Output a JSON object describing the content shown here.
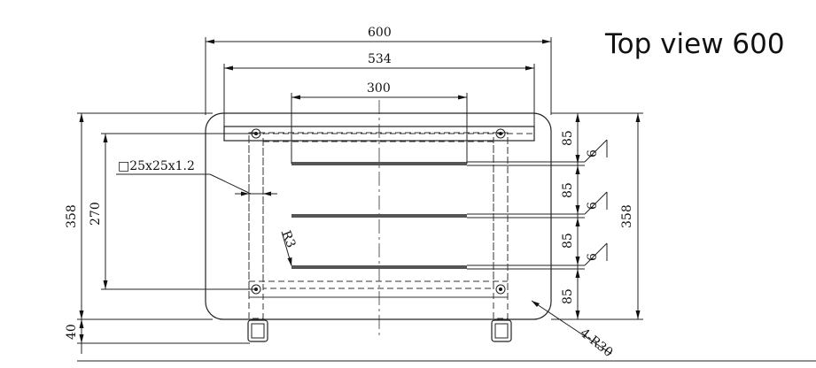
{
  "title": "Top view 600",
  "dimensions": {
    "overall_width": "600",
    "inner_width": "534",
    "bar_length": "300",
    "overall_depth": "358",
    "inner_depth": "270",
    "foot_height": "40",
    "tube_section": "□25x25x1.2",
    "bend_radius": "R3",
    "corner_radius": "4-R30",
    "bar_spacing": [
      "85",
      "85",
      "85",
      "85"
    ],
    "bar_thickness": [
      "6",
      "6",
      "6"
    ]
  }
}
